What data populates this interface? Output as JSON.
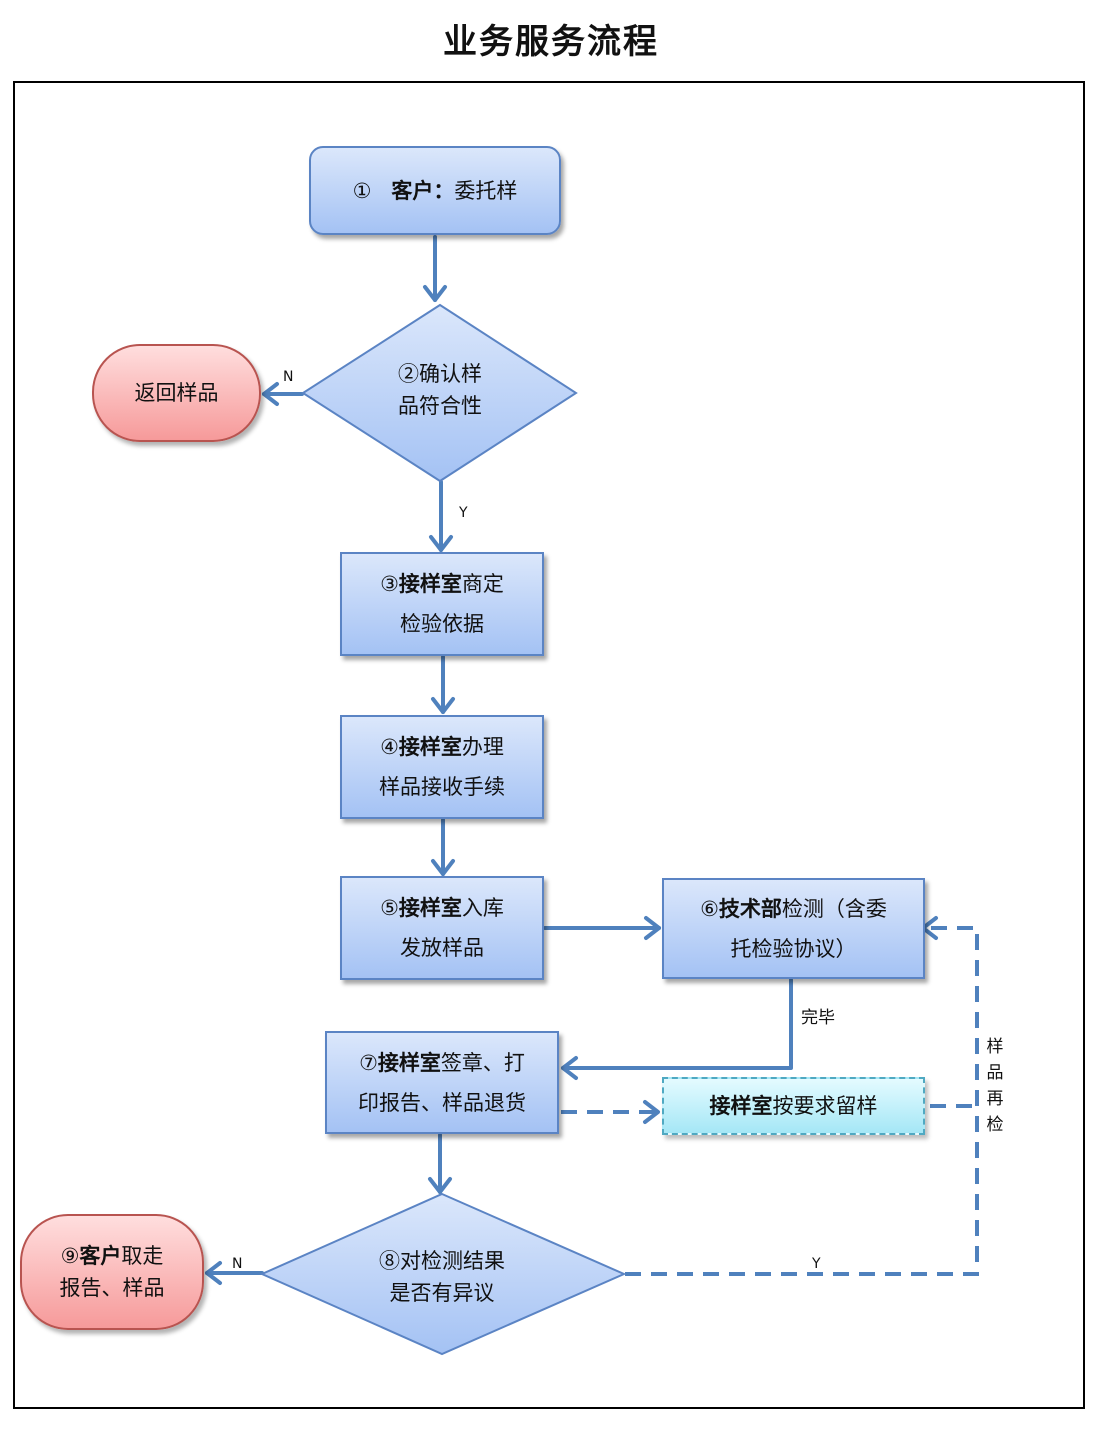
{
  "title": "业务服务流程",
  "colors": {
    "connector": "#4f81bd",
    "process_fill_top": "#dbe7fb",
    "process_fill_bottom": "#a4c2f4",
    "process_border": "#5b84c4",
    "terminal_fill_top": "#ffdede",
    "terminal_fill_bottom": "#f69a9a",
    "terminal_border": "#b85450",
    "note_fill": "#a5e7f6",
    "note_border": "#4fa9c2"
  },
  "nodes": {
    "n1": {
      "num": "①",
      "actor": "客户：",
      "text": "委托样"
    },
    "n2": {
      "line1": "②确认样",
      "line2": "品符合性"
    },
    "return": {
      "text": "返回样品"
    },
    "n3": {
      "num": "③",
      "actor": "接样室",
      "text1": "商定",
      "line2": "检验依据"
    },
    "n4": {
      "num": "④",
      "actor": "接样室",
      "text1": "办理",
      "line2": "样品接收手续"
    },
    "n5": {
      "num": "⑤",
      "actor": "接样室",
      "text1": "入库",
      "line2": "发放样品"
    },
    "n6": {
      "num": "⑥",
      "actor": "技术部",
      "text1": "检测（含委",
      "line2": "托检验协议）"
    },
    "n7": {
      "num": "⑦",
      "actor": "接样室",
      "text1": "签章、打",
      "line2": "印报告、样品退货"
    },
    "retain": {
      "actor": "接样室",
      "text": "按要求留样"
    },
    "n8": {
      "line1": "⑧对检测结果",
      "line2": "是否有异议"
    },
    "n9": {
      "num": "⑨",
      "actor": "客户",
      "text1": "取走",
      "line2": "报告、样品"
    }
  },
  "labels": {
    "n2_no": "N",
    "n2_yes": "Y",
    "done": "完毕",
    "n8_no": "N",
    "n8_yes": "Y",
    "recheck": [
      "样",
      "品",
      "再",
      "检"
    ]
  }
}
